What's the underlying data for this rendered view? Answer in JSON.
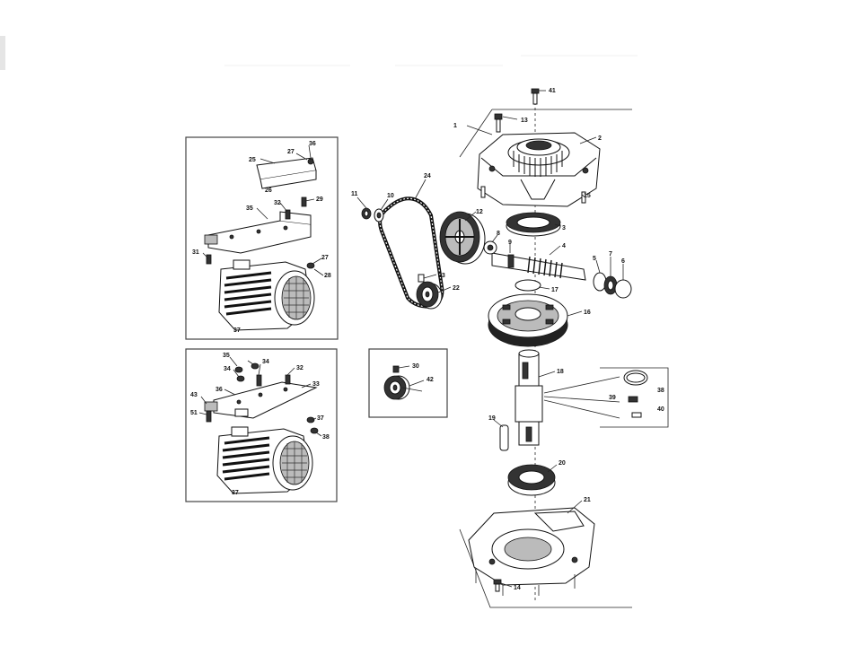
{
  "diagram": {
    "callouts": {
      "p41": "41",
      "p1": "1",
      "p13": "13",
      "p2": "2",
      "p15": "15",
      "p24": "24",
      "p11": "11",
      "p10": "10",
      "p12": "12",
      "p3": "3",
      "p8": "8",
      "p9": "9",
      "p4": "4",
      "p7": "7",
      "p5": "5",
      "p6": "6",
      "p23": "23",
      "p22": "22",
      "p17": "17",
      "p16": "16",
      "p18": "18",
      "p38": "38",
      "p39": "39",
      "p40": "40",
      "p19": "19",
      "p20": "20",
      "p21": "21",
      "p14": "14",
      "p30": "30",
      "p42": "42"
    },
    "box_a": {
      "c36": "36",
      "c27a": "27",
      "c25": "25",
      "c26": "26",
      "c29": "29",
      "c32": "32",
      "c35": "35",
      "c31": "31",
      "c27b": "27",
      "c28": "28",
      "c37": "37"
    },
    "box_b": {
      "c35": "35",
      "c34a": "34",
      "c34b": "34",
      "c32": "32",
      "c36": "36",
      "c33": "33",
      "c43": "43",
      "c51": "51",
      "c37a": "37",
      "c38": "38",
      "c37b": "37"
    }
  }
}
